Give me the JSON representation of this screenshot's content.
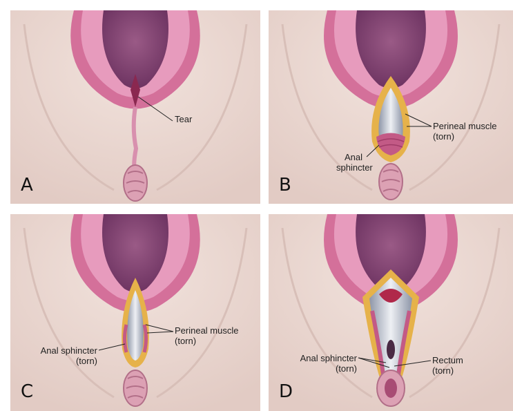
{
  "panels": [
    {
      "letter": "A",
      "labels": {
        "tear": "Tear"
      }
    },
    {
      "letter": "B",
      "labels": {
        "muscle_1": "Perineal muscle",
        "muscle_2": "(torn)",
        "sphincter_1": "Anal",
        "sphincter_2": "sphincter"
      }
    },
    {
      "letter": "C",
      "labels": {
        "muscle_1": "Perineal muscle",
        "muscle_2": "(torn)",
        "sphincter_1": "Anal sphincter",
        "sphincter_2": "(torn)"
      }
    },
    {
      "letter": "D",
      "labels": {
        "sphincter_1": "Anal sphincter",
        "sphincter_2": "(torn)",
        "rectum_1": "Rectum",
        "rectum_2": "(torn)"
      }
    }
  ],
  "colors": {
    "skin": "#eedcd6",
    "tissue": "#d4709a",
    "deep": "#8b4a78",
    "muscle": "#e6b24a"
  }
}
